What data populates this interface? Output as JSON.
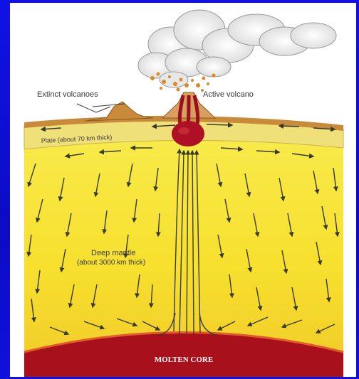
{
  "labels": {
    "extinct_volcanoes": "Extinct volcanoes",
    "active_volcano": "Active volcano",
    "plate": "Plate (about 70 km thick)",
    "deep_mantle_line1": "Deep mantle",
    "deep_mantle_line2": "(about 3000 km thick)",
    "molten_core": "MOLTEN  CORE"
  },
  "colors": {
    "slide_background": "#1010d8",
    "panel": "#ffffff",
    "mantle": "#f7e33a",
    "plate": "#efe07a",
    "crust": "#c98b3a",
    "magma": "#b01025",
    "core": "#a8111c",
    "arrows": "#3a3a2a"
  },
  "icons": [
    "eruption-cloud-icon",
    "magma-chamber-icon",
    "flow-arrow-icon"
  ]
}
